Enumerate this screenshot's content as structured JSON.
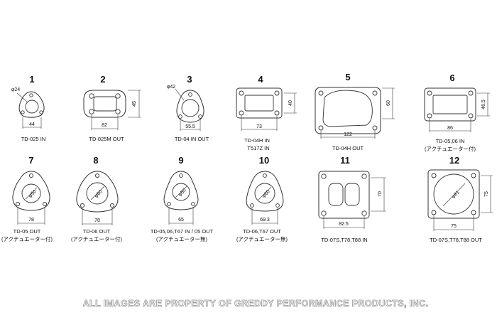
{
  "gaskets": [
    {
      "number": "1",
      "caption": [
        "TD-025 IN"
      ],
      "dim_w": "44",
      "dia": "φ24"
    },
    {
      "number": "2",
      "caption": [
        "TD-025M OUT"
      ],
      "dim_w": "82",
      "dim_h": "45"
    },
    {
      "number": "3",
      "caption": [
        "TD-04 IN OUT"
      ],
      "dim_w": "55.5",
      "dia": "φ42"
    },
    {
      "number": "4",
      "caption": [
        "TD-04H IN",
        "T517Z  IN"
      ],
      "dim_w": "73",
      "dim_h": "40"
    },
    {
      "number": "5",
      "caption": [
        "TD-04H OUT"
      ],
      "dim_w": "122",
      "dim_h": "60"
    },
    {
      "number": "6",
      "caption": [
        "TD-05,06 IN",
        "(アクチュエーター付)"
      ],
      "dim_w": "86",
      "dim_h": "46.5"
    },
    {
      "number": "7",
      "caption": [
        "TD-05 OUT",
        "(アクチュエーター付)"
      ],
      "dim_w": "78",
      "dia": "φ50"
    },
    {
      "number": "8",
      "caption": [
        "TD-06 OUT",
        "(アクチュエーター付)"
      ],
      "dim_w": "78",
      "dia": "φ60"
    },
    {
      "number": "9",
      "caption": [
        "TD-05,06,T67 IN / 05 OUT",
        "(アクチュエーター無)"
      ],
      "dim_w": "65",
      "dia": "φ50"
    },
    {
      "number": "10",
      "caption": [
        "TD-06,T67 OUT",
        "(アクチュエーター無)"
      ],
      "dim_w": "69.3",
      "dia": "φ60"
    },
    {
      "number": "11",
      "caption": [
        "TD-07S,T78,T88  IN"
      ],
      "dim_w": "82.5",
      "dim_h": "70"
    },
    {
      "number": "12",
      "caption": [
        "TD-07S,T78,T88  OUT"
      ],
      "dim_w": "75",
      "dim_h": "75",
      "dia": "φ81"
    }
  ],
  "watermark": "ALL IMAGES ARE PROPERTY OF GREDDY PERFORMANCE PRODUCTS, INC."
}
